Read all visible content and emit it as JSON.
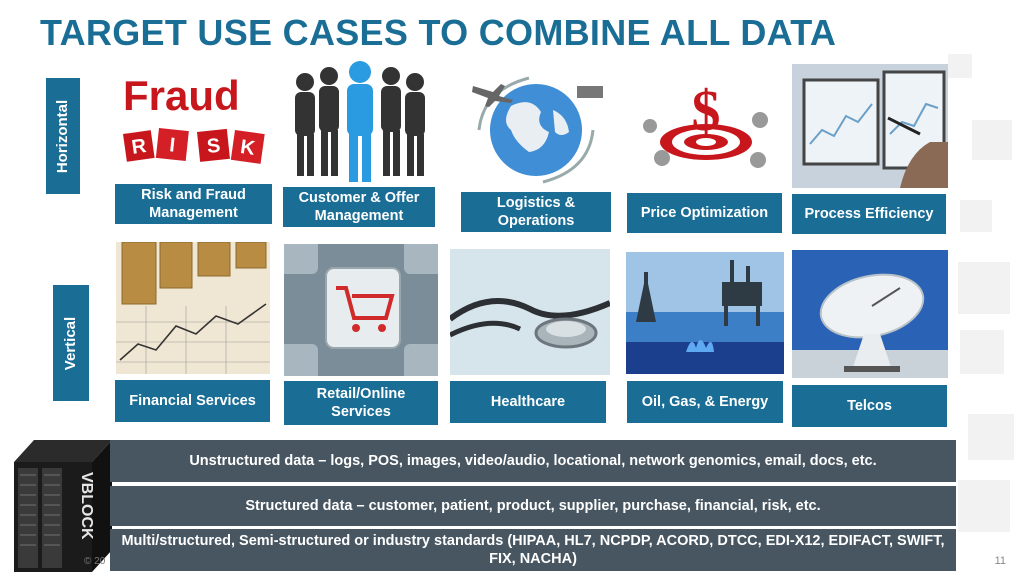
{
  "title": "TARGET USE CASES TO COMBINE ALL DATA",
  "labels": {
    "horizontal": "Horizontal",
    "vertical": "Vertical"
  },
  "horizontal": [
    {
      "label": "Risk and Fraud Management",
      "image_text": [
        "Fraud",
        "R",
        "I",
        "S",
        "K"
      ]
    },
    {
      "label": "Customer & Offer Management"
    },
    {
      "label": "Logistics & Operations"
    },
    {
      "label": "Price Optimization",
      "image_text": [
        "$"
      ]
    },
    {
      "label": "Process Efficiency"
    }
  ],
  "vertical": [
    {
      "label": "Financial Services"
    },
    {
      "label": "Retail/Online Services"
    },
    {
      "label": "Healthcare"
    },
    {
      "label": "Oil, Gas, & Energy"
    },
    {
      "label": "Telcos"
    }
  ],
  "bands": [
    "Unstructured data – logs, POS, images, video/audio, locational, network genomics, email, docs, etc.",
    "Structured data – customer, patient, product, supplier, purchase, financial, risk, etc.",
    "Multi/structured, Semi-structured or industry standards (HIPAA, HL7, NCPDP, ACORD, DTCC, EDI-X12, EDIFACT, SWIFT, FIX, NACHA)"
  ],
  "vblock_text": "VBLOCK",
  "footer_left": "© 20",
  "page_number": "11",
  "colors": {
    "accent": "#1a6e96",
    "band": "#475661",
    "fraud_red": "#c8161d"
  }
}
